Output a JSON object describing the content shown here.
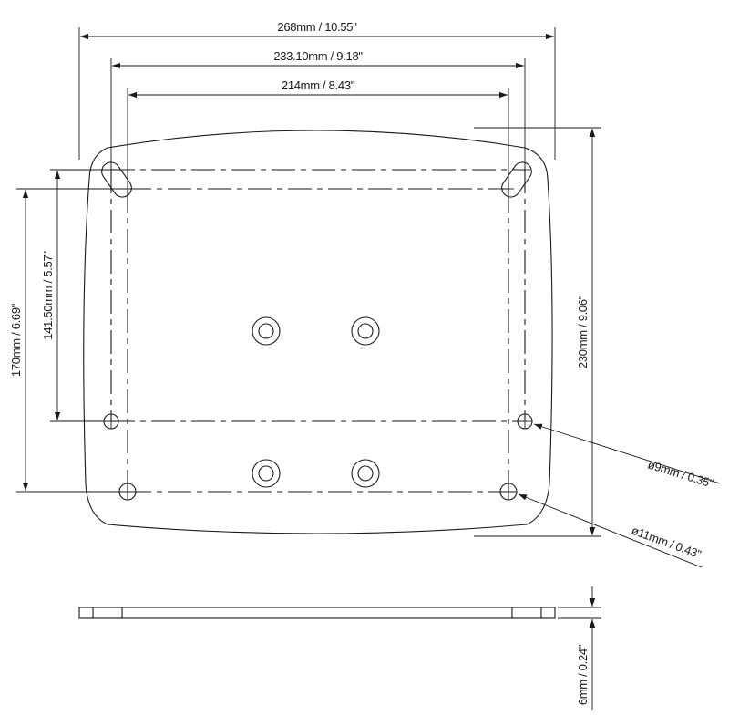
{
  "drawing": {
    "line_color": "#1a1a1a",
    "background": "#ffffff",
    "dimensions": {
      "overall_width": "268mm / 10.55\"",
      "outer_hole_spacing": "233.10mm / 9.18\"",
      "inner_hole_spacing": "214mm / 8.43\"",
      "overall_height": "230mm / 9.06\"",
      "outer_vertical_spacing": "170mm / 6.69\"",
      "inner_vertical_spacing": "141.50mm / 5.57\"",
      "small_hole_diameter": "ø9mm / 0.35\"",
      "large_hole_diameter": "ø11mm / 0.43\"",
      "plate_thickness": "6mm / 0.24\""
    }
  }
}
